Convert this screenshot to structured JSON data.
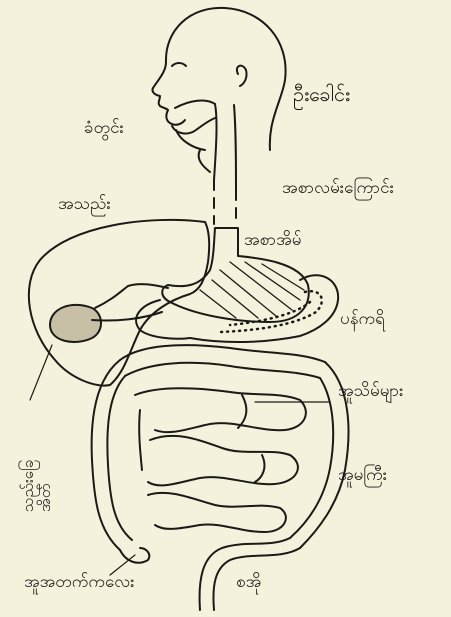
{
  "labels": {
    "head": "ဦးခေါင်း",
    "mouth": "ခံတွင်း",
    "esophagus": "အစာလမ်းကြောင်း",
    "liver": "အသည်း",
    "stomach": "အစာအိမ်",
    "pancreas": "ပန်ကရိ",
    "small_intestine": "အူသိမ်များ",
    "large_intestine": "အူမကြီး",
    "gallbladder_line1": "သည်းခြေ",
    "gallbladder_line2": "အိတ်",
    "appendix": "အူအတက်ကလေး",
    "rectum": "စအို"
  },
  "colors": {
    "paper": "#f4f1dc",
    "ink": "#1c1a17"
  }
}
